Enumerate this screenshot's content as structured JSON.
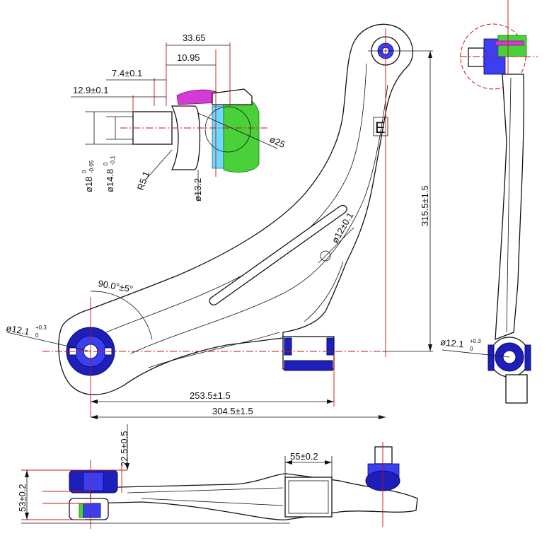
{
  "dimensions": {
    "d1": "33.65",
    "d2": "10.95",
    "d3": "7.4±0.1",
    "d4": "12.9±0.1",
    "d5": "ø18",
    "d5_sup": "0",
    "d5_sub": "-0.05",
    "d6": "ø14.8",
    "d6_sup": "0",
    "d6_sub": "-0.1",
    "d7": "R5.1",
    "d8": "ø13.2",
    "d9": "ø25",
    "d10": "315.5±1.5",
    "d11": "ø12±0.1",
    "d12": "90.0°±5°",
    "d13": "ø12.1",
    "d13_sup": "+0.3",
    "d13_sub": "0",
    "d14": "253.5±1.5",
    "d15": "304.5±1.5",
    "d16": "ø12.1",
    "d16_sup": "+0.3",
    "d16_sub": "0",
    "d17": "22.5±0.5",
    "d18": "55±0.2",
    "d19": "53±0.2"
  },
  "marking": "E",
  "colors": {
    "bushing": "#1d1fb8",
    "centerline": "#c41414",
    "boot_green": "#49d13a",
    "boot_magenta": "#d63ad6"
  }
}
